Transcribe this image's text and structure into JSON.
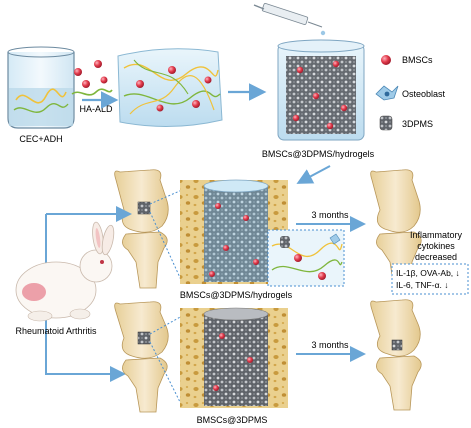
{
  "labels": {
    "cec_adh": "CEC+ADH",
    "ha_ald": "HA-ALD",
    "composite_top": "BMSCs@3DPMS/hydrogels",
    "composite_mid": "BMSCs@3DPMS/hydrogels",
    "composite_bottom": "BMSCs@3DPMS",
    "ra": "Rheumatoid Arthritis",
    "months_top": "3 months",
    "months_bottom": "3 months",
    "inflammatory_line1": "Inflammatory",
    "inflammatory_line2": "cytokines",
    "inflammatory_line3": "decreased",
    "cytokine_line1": "IL-1β, OVA-Ab, ↓",
    "cytokine_line2": "IL-6, TNF-α. ↓"
  },
  "legend": [
    {
      "label": "BMSCs",
      "icon": "bmsc-cell-icon"
    },
    {
      "label": "Osteoblast",
      "icon": "osteoblast-icon"
    },
    {
      "label": "3DPMS",
      "icon": "3dpms-microsphere-icon"
    }
  ],
  "colors": {
    "arrow": "#6aa6d6",
    "dotted": "#4a8fd0",
    "bone": "#f2e1b8",
    "bmsc": "#e23a4b",
    "scaffold": "#7b7f85",
    "hydrogel": "#bfe0f1",
    "fiber_green": "#7fb63d",
    "fiber_yellow": "#f0c23a"
  }
}
